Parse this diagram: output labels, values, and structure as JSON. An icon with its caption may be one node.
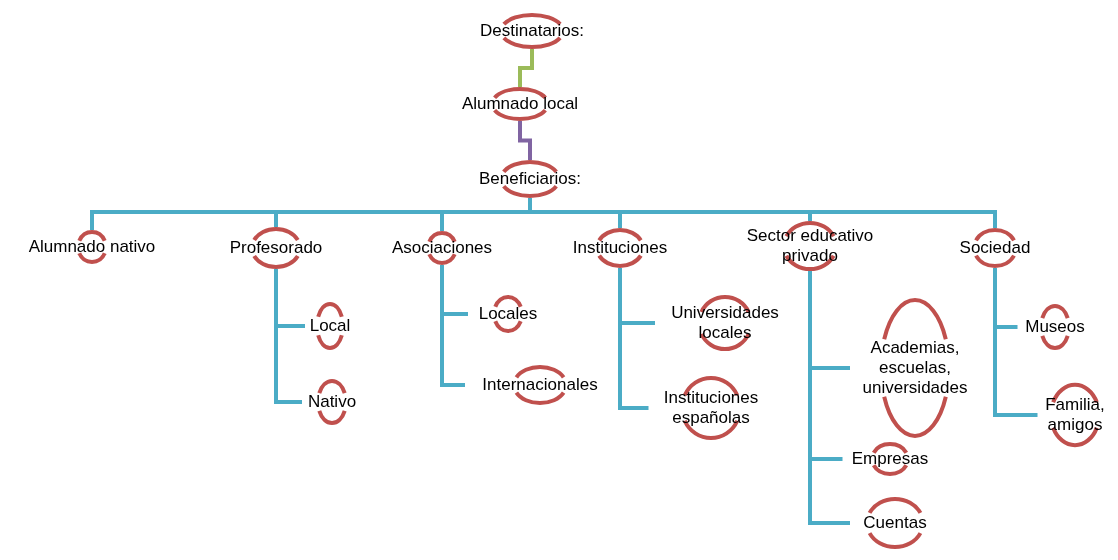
{
  "diagram": {
    "nodes": [
      {
        "text": [
          "Destinatarios:"
        ]
      },
      {
        "text": [
          "Alumnado local"
        ]
      },
      {
        "text": [
          "Beneficiarios:"
        ]
      },
      {
        "text": [
          "Alumnado nativo"
        ]
      },
      {
        "text": [
          "Profesorado"
        ]
      },
      {
        "text": [
          "Local"
        ]
      },
      {
        "text": [
          "Nativo"
        ]
      },
      {
        "text": [
          "Asociaciones"
        ]
      },
      {
        "text": [
          "Locales"
        ]
      },
      {
        "text": [
          "Internacionales"
        ]
      },
      {
        "text": [
          "Instituciones"
        ]
      },
      {
        "text": [
          "Universidades locales"
        ]
      },
      {
        "text": [
          "Instituciones españolas"
        ]
      },
      {
        "text": [
          "Sector educativo privado"
        ]
      },
      {
        "text": [
          "Academias, escuelas, universidades"
        ]
      },
      {
        "text": [
          "Empresas"
        ]
      },
      {
        "text": [
          "Cuentas"
        ]
      },
      {
        "text": [
          "Sociedad"
        ]
      },
      {
        "text": [
          "Museos"
        ]
      },
      {
        "text": [
          "Familia, amigos"
        ]
      }
    ],
    "edges": [
      {
        "from": 0,
        "to": 1,
        "arrow": "none",
        "color": "#9bbb59"
      },
      {
        "from": 1,
        "to": 2,
        "arrow": "none",
        "color": "#8064a2"
      },
      {
        "from": 2,
        "to": 3,
        "arrow": "none"
      },
      {
        "from": 2,
        "to": 4,
        "arrow": "none"
      },
      {
        "from": 2,
        "to": 7,
        "arrow": "none"
      },
      {
        "from": 2,
        "to": 10,
        "arrow": "none"
      },
      {
        "from": 2,
        "to": 13,
        "arrow": "none"
      },
      {
        "from": 2,
        "to": 17,
        "arrow": "none"
      },
      {
        "from": 4,
        "to": 5,
        "arrow": "none"
      },
      {
        "from": 4,
        "to": 6,
        "arrow": "none"
      },
      {
        "from": 7,
        "to": 8,
        "arrow": "none"
      },
      {
        "from": 7,
        "to": 9,
        "arrow": "none"
      },
      {
        "from": 10,
        "to": 11,
        "arrow": "none"
      },
      {
        "from": 10,
        "to": 12,
        "arrow": "none"
      },
      {
        "from": 13,
        "to": 14,
        "arrow": "none"
      },
      {
        "from": 13,
        "to": 15,
        "arrow": "none"
      },
      {
        "from": 13,
        "to": 16,
        "arrow": "none"
      },
      {
        "from": 17,
        "to": 18,
        "arrow": "none"
      },
      {
        "from": 17,
        "to": 19,
        "arrow": "none"
      }
    ]
  }
}
